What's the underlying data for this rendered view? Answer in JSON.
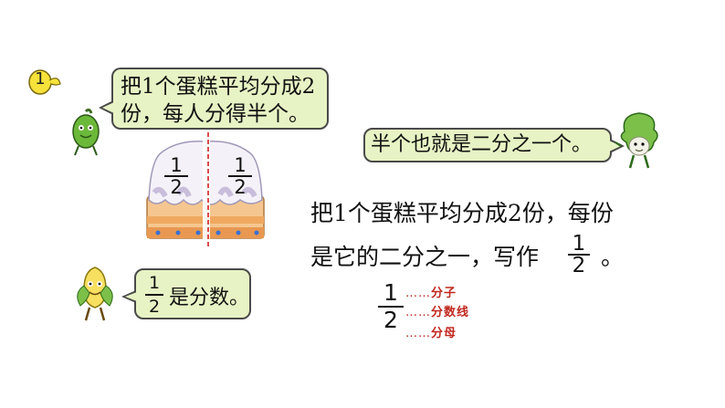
{
  "problem_number": "1",
  "bubble_top": {
    "line1": "把1个蛋糕平均分成2",
    "line2": "份，每人分得半个。"
  },
  "bubble_right": {
    "text": "半个也就是二分之一个。"
  },
  "cake": {
    "left_fraction": {
      "numerator": "1",
      "denominator": "2"
    },
    "right_fraction": {
      "numerator": "1",
      "denominator": "2"
    }
  },
  "bubble_bottom": {
    "fraction": {
      "numerator": "1",
      "denominator": "2"
    },
    "text": "是分数。"
  },
  "main": {
    "line1": "把1个蛋糕平均分成2份，每份",
    "line2_prefix": "是它的二分之一，写作",
    "fraction": {
      "numerator": "1",
      "denominator": "2"
    },
    "line2_suffix": "。"
  },
  "anatomy": {
    "numerator": "1",
    "denominator": "2",
    "dots": "……",
    "numerator_label": "分子",
    "bar_label": "分数线",
    "denominator_label": "分母"
  },
  "colors": {
    "bubble_fill": "#e7f3c4",
    "label_red": "#c0281e",
    "cake_orange": "#f0b070",
    "cake_frosting": "#d8d0e8",
    "cut_line": "#d02020"
  }
}
